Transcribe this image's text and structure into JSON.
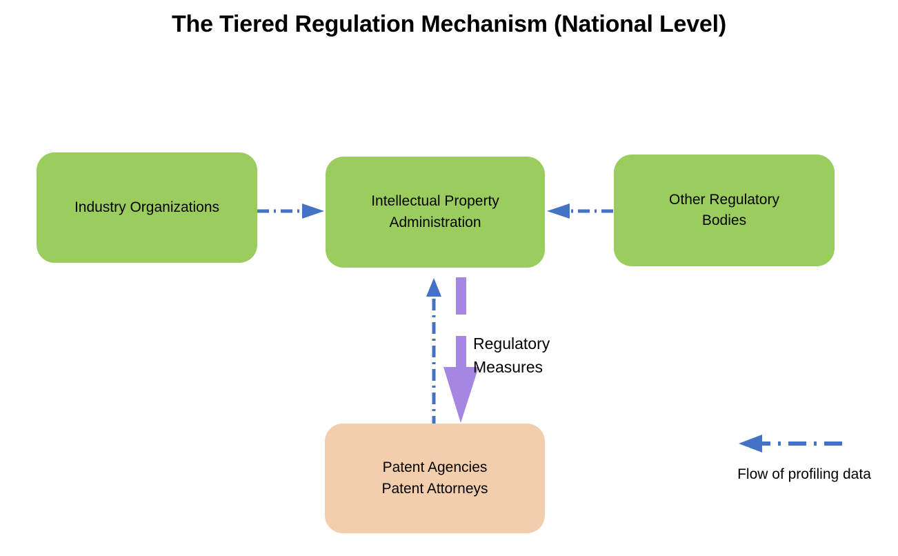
{
  "title": "The Tiered Regulation Mechanism (National Level)",
  "colors": {
    "node_green": "#9ACD5E",
    "node_orange": "#F3CEAD",
    "connector_blue": "#4472C4",
    "connector_purple": "#A586E0",
    "text": "#000000",
    "background": "#FFFFFF"
  },
  "nodes": [
    {
      "id": "industry-organizations",
      "label": "Industry Organizations",
      "fill": "#9ACD5E"
    },
    {
      "id": "ip-administration",
      "label": "Intellectual Property\nAdministration",
      "fill": "#9ACD5E"
    },
    {
      "id": "other-regulatory-bodies",
      "label": "Other Regulatory\nBodies",
      "fill": "#9ACD5E"
    },
    {
      "id": "patent-agencies",
      "label": "Patent Agencies\nPatent Attorneys",
      "fill": "#F3CEAD"
    }
  ],
  "edges": [
    {
      "id": "industry-to-ip",
      "from": "industry-organizations",
      "to": "ip-administration",
      "style": "dash-dot",
      "color": "#4472C4",
      "direction": "right",
      "label": ""
    },
    {
      "id": "other-to-ip",
      "from": "other-regulatory-bodies",
      "to": "ip-administration",
      "style": "dash-dot",
      "color": "#4472C4",
      "direction": "left",
      "label": ""
    },
    {
      "id": "patent-to-ip",
      "from": "patent-agencies",
      "to": "ip-administration",
      "style": "dash-dot",
      "color": "#4472C4",
      "direction": "up",
      "label": ""
    },
    {
      "id": "ip-to-patent",
      "from": "ip-administration",
      "to": "patent-agencies",
      "style": "segmented-block",
      "color": "#A586E0",
      "direction": "down",
      "label": "Regulatory\nMeasures"
    }
  ],
  "edge_labels": {
    "regulatory_measures": "Regulatory\nMeasures"
  },
  "legend": {
    "caption": "Flow of profiling data",
    "symbol": "dash-dot-left-arrow",
    "color": "#4472C4"
  }
}
